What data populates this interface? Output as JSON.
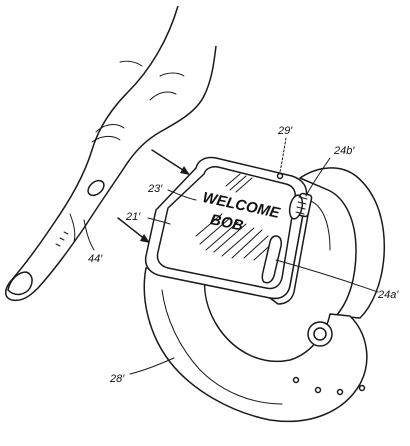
{
  "screen": {
    "line1": "WELCOME",
    "line2": "BOB"
  },
  "labels": {
    "ref_29": "29′",
    "ref_24b": "24b′",
    "ref_23": "23′",
    "ref_21": "21′",
    "ref_44": "44′",
    "ref_24a": "24a′",
    "ref_28": "28′"
  }
}
